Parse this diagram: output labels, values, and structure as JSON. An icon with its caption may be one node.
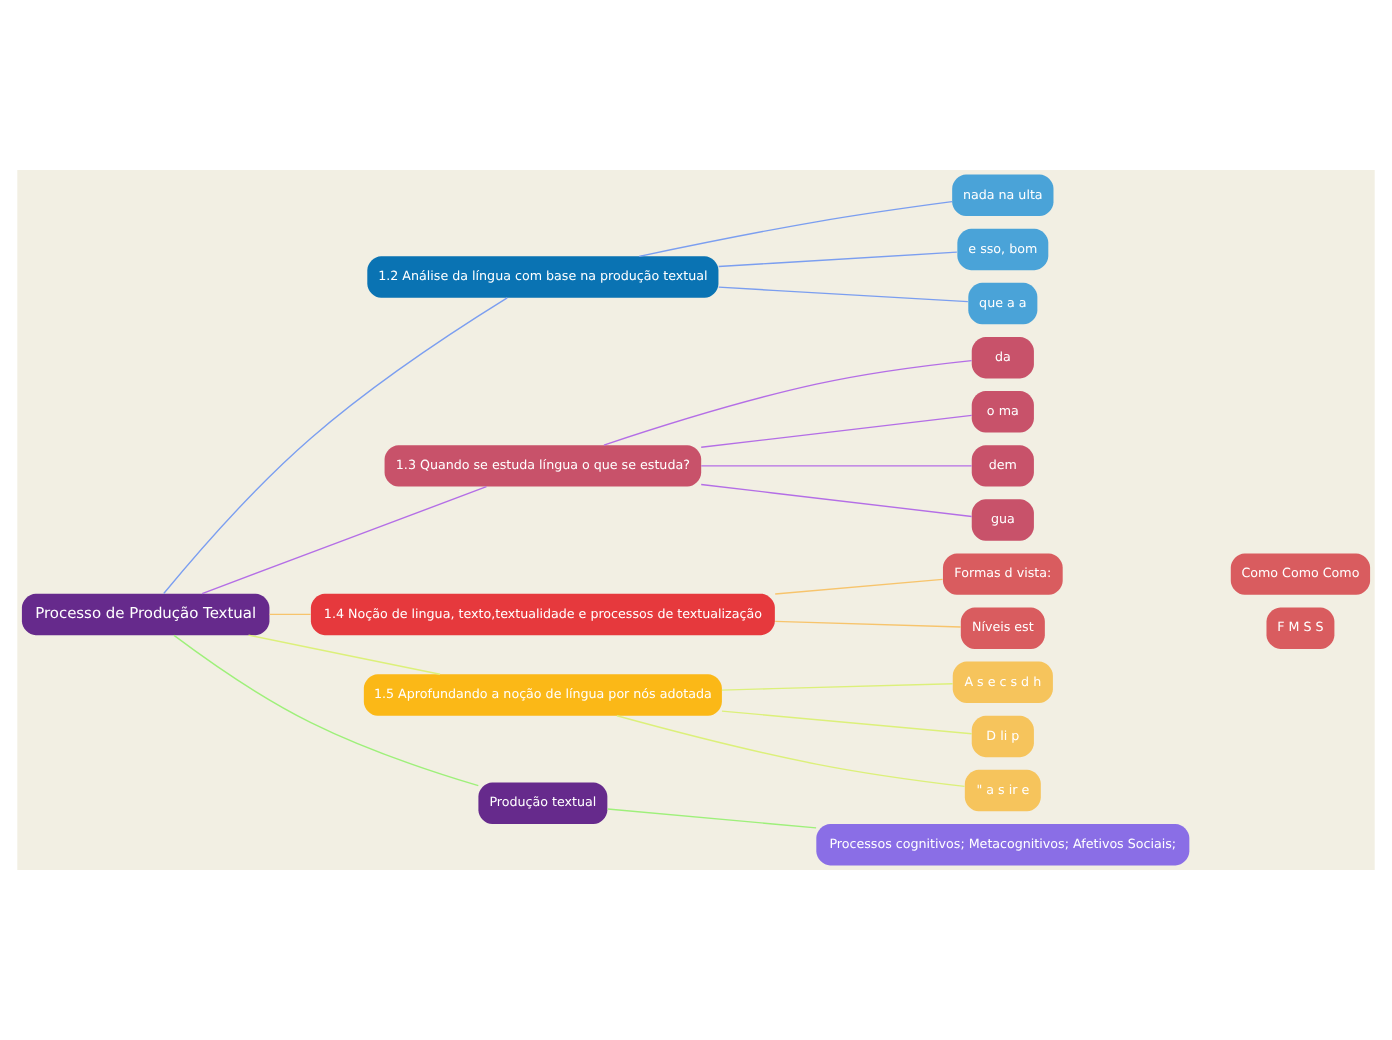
{
  "diagram": {
    "nodes": [
      {
        "text": [
          "Processo de Produção Textual"
        ]
      },
      {
        "text": [
          "1.2 Análise da língua com base na produção textual"
        ]
      },
      {
        "text": [
          "nada na ulta"
        ]
      },
      {
        "text": [
          "e sso, bom"
        ]
      },
      {
        "text": [
          "que a a"
        ]
      },
      {
        "text": [
          "1.3 Quando se estuda língua o que se estuda?"
        ]
      },
      {
        "text": [
          "da"
        ]
      },
      {
        "text": [
          "o ma"
        ]
      },
      {
        "text": [
          "dem"
        ]
      },
      {
        "text": [
          "gua"
        ]
      },
      {
        "text": [
          "1.4 Noção de lingua, texto,textualidade e processos de textualização"
        ]
      },
      {
        "text": [
          "Formas d vista:"
        ]
      },
      {
        "text": [
          "Como Como Como"
        ]
      },
      {
        "text": [
          "Níveis est"
        ]
      },
      {
        "text": [
          "F M S S"
        ]
      },
      {
        "text": [
          "1.5 Aprofundando a noção de língua por nós adotada"
        ]
      },
      {
        "text": [
          "A s e c s d h"
        ]
      },
      {
        "text": [
          "D li p"
        ]
      },
      {
        "text": [
          "\" a s ir e"
        ]
      },
      {
        "text": [
          "Produção textual"
        ]
      },
      {
        "text": [
          "Processos cognitivos; Metacognitivos; Afetivos Sociais;"
        ]
      }
    ],
    "edges": [
      {
        "from": 0,
        "to": 1,
        "arrow": "none",
        "color": "#7b9ef0"
      },
      {
        "from": 1,
        "to": 2,
        "arrow": "none",
        "color": "#7b9ef0"
      },
      {
        "from": 1,
        "to": 3,
        "arrow": "none",
        "color": "#7b9ef0"
      },
      {
        "from": 1,
        "to": 4,
        "arrow": "none",
        "color": "#7b9ef0"
      },
      {
        "from": 0,
        "to": 5,
        "arrow": "none",
        "color": "#b46ee6"
      },
      {
        "from": 5,
        "to": 6,
        "arrow": "none",
        "color": "#b46ee6"
      },
      {
        "from": 5,
        "to": 7,
        "arrow": "none",
        "color": "#b46ee6"
      },
      {
        "from": 5,
        "to": 8,
        "arrow": "none",
        "color": "#b46ee6"
      },
      {
        "from": 5,
        "to": 9,
        "arrow": "none",
        "color": "#b46ee6"
      },
      {
        "from": 0,
        "to": 10,
        "arrow": "none",
        "color": "#f7c46c"
      },
      {
        "from": 10,
        "to": 11,
        "arrow": "none",
        "color": "#f7c46c"
      },
      {
        "from": 10,
        "to": 13,
        "arrow": "none",
        "color": "#f7c46c"
      },
      {
        "from": 0,
        "to": 15,
        "arrow": "none",
        "color": "#dcf07a"
      },
      {
        "from": 15,
        "to": 16,
        "arrow": "none",
        "color": "#dcf07a"
      },
      {
        "from": 15,
        "to": 17,
        "arrow": "none",
        "color": "#dcf07a"
      },
      {
        "from": 15,
        "to": 18,
        "arrow": "none",
        "color": "#dcf07a"
      },
      {
        "from": 0,
        "to": 19,
        "arrow": "none",
        "color": "#9ef07a"
      },
      {
        "from": 19,
        "to": 20,
        "arrow": "none",
        "color": "#9ef07a"
      }
    ]
  }
}
